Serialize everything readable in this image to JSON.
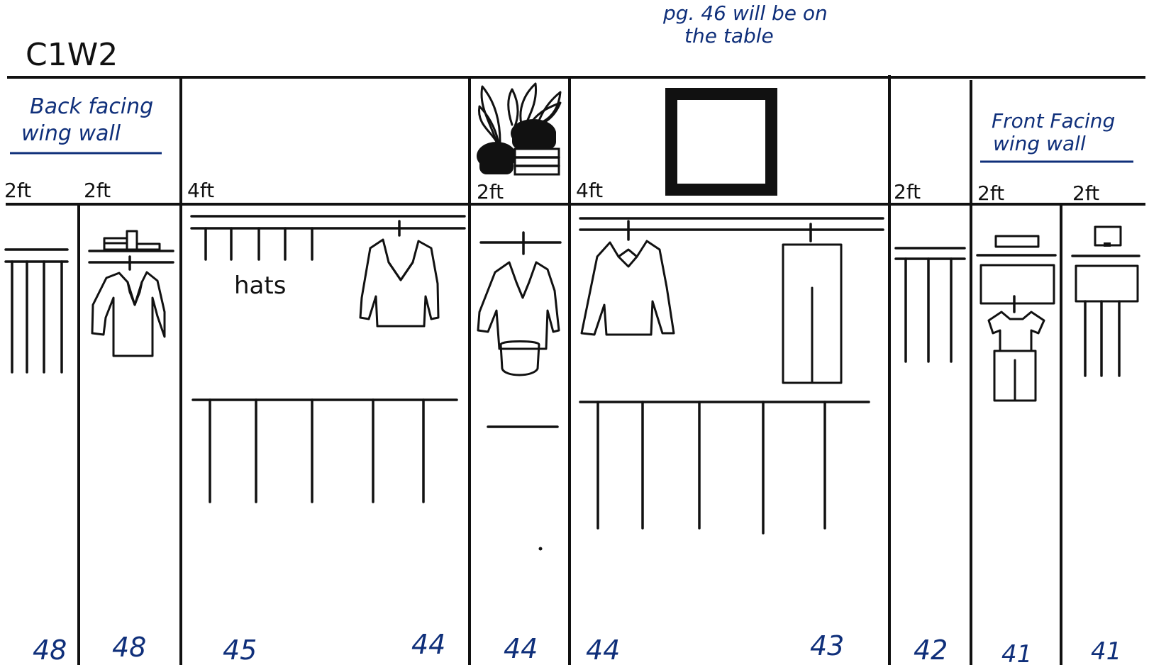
{
  "title": "C1W2",
  "top_note": [
    "pg. 46 will be on",
    "the table"
  ],
  "back_wing": {
    "label": [
      "Back facing",
      "wing wall"
    ]
  },
  "front_wing": {
    "label": [
      "Front Facing",
      "wing wall"
    ]
  },
  "hats_label": "hats",
  "colors": {
    "ink": "#111111",
    "blue": "#0f2f7a"
  },
  "sections": [
    {
      "width": "2ft",
      "number": "48"
    },
    {
      "width": "2ft",
      "number": "48"
    },
    {
      "width": "4ft",
      "number": "45",
      "number2": "44"
    },
    {
      "width": "2ft",
      "number": "44"
    },
    {
      "width": "4ft",
      "number": "44",
      "number2": "43"
    },
    {
      "width": "2ft",
      "number": "42"
    },
    {
      "width": "2ft",
      "number": "41"
    },
    {
      "width": "2ft",
      "number": "41"
    }
  ]
}
